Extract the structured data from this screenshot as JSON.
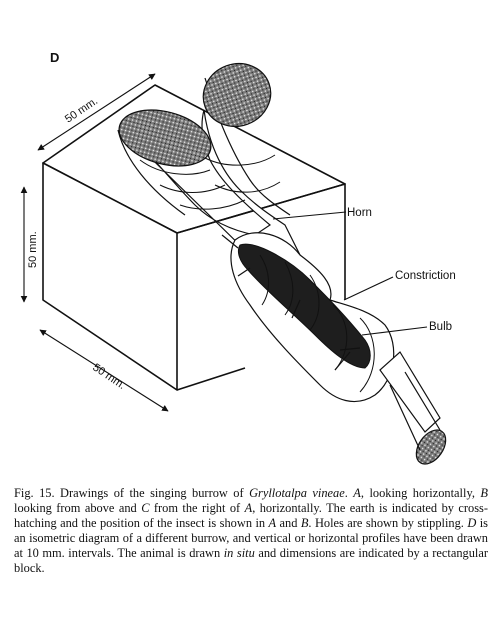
{
  "figure": {
    "panel_letter": "D",
    "dimensions": {
      "top": "50 mm.",
      "left": "50 mm.",
      "bottom": "50 mm."
    },
    "callouts": {
      "horn": "Horn",
      "constriction": "Constriction",
      "bulb": "Bulb"
    }
  },
  "caption": {
    "p1": "Fig. 15. Drawings of the singing burrow of ",
    "species": "Gryllotalpa vineae",
    "p2": ". ",
    "A1": "A",
    "p3": ", looking horizontally, ",
    "B1": "B",
    "p4": " looking from above and ",
    "C1": "C",
    "p5": " from the right of ",
    "A2": "A",
    "p6": ", horizontally. The earth is indicated by cross-hatching and the position of the insect is shown in ",
    "A3": "A",
    "p7": " and ",
    "B2": "B",
    "p8": ". Holes are shown by stippling. ",
    "D1": "D",
    "p9": " is an isometric diagram of a different burrow, and vertical or horizontal profiles have been drawn at 10 mm. intervals. The animal is drawn ",
    "in_situ": "in situ",
    "p10": " and dimensions are indicated by a rectangular block."
  }
}
